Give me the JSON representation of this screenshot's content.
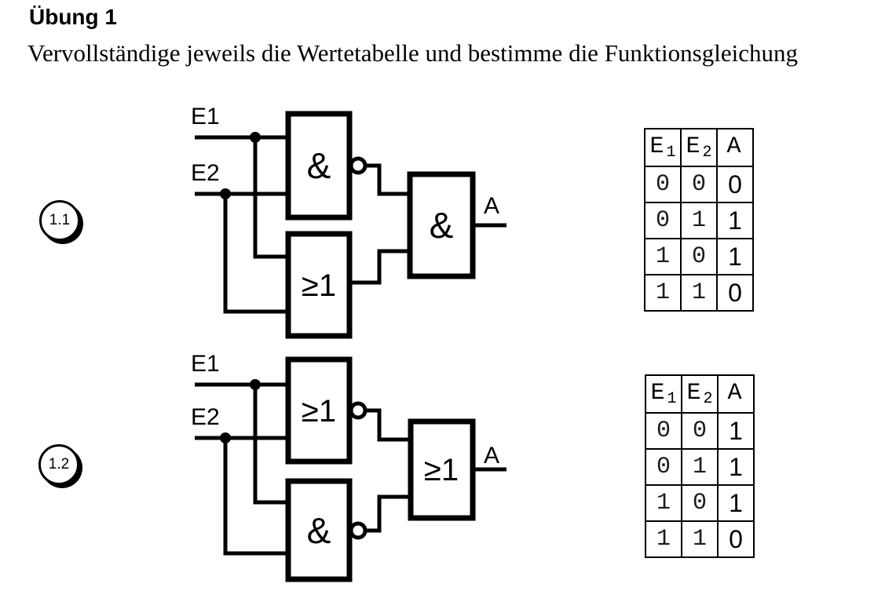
{
  "page": {
    "title": "Übung 1",
    "subtitle": "Vervollständige jeweils die Wertetabelle und bestimme die Funktionsgleichung"
  },
  "exercises": [
    {
      "number": "1.1",
      "inputs": [
        "E1",
        "E2"
      ],
      "output": "A",
      "gates": {
        "top": "&",
        "bottom": "≥1",
        "final": "&"
      },
      "table": {
        "headers": [
          {
            "base": "E",
            "sub": "1"
          },
          {
            "base": "E",
            "sub": "2"
          },
          {
            "base": "A",
            "sub": ""
          }
        ],
        "rows": [
          [
            "0",
            "0",
            "0"
          ],
          [
            "0",
            "1",
            "1"
          ],
          [
            "1",
            "0",
            "1"
          ],
          [
            "1",
            "1",
            "0"
          ]
        ]
      }
    },
    {
      "number": "1.2",
      "inputs": [
        "E1",
        "E2"
      ],
      "output": "A",
      "gates": {
        "top": "≥1",
        "bottom": "&",
        "final": "≥1"
      },
      "table": {
        "headers": [
          {
            "base": "E",
            "sub": "1"
          },
          {
            "base": "E",
            "sub": "2"
          },
          {
            "base": "A",
            "sub": ""
          }
        ],
        "rows": [
          [
            "0",
            "0",
            "1"
          ],
          [
            "0",
            "1",
            "1"
          ],
          [
            "1",
            "0",
            "1"
          ],
          [
            "1",
            "1",
            "0"
          ]
        ]
      }
    }
  ]
}
